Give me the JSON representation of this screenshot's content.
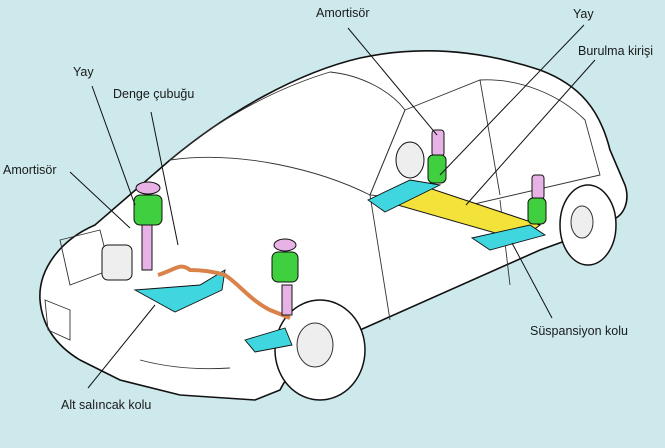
{
  "diagram": {
    "title": "Car suspension components",
    "labels": {
      "amortisor_front": "Amortisör",
      "yay_front": "Yay",
      "denge_cubugu": "Denge çubuğu",
      "alt_salincak_kolu": "Alt salıncak kolu",
      "amortisor_rear": "Amortisör",
      "yay_rear": "Yay",
      "burulma_kirisi": "Burulma kirişi",
      "suspansiyon_kolu": "Süspansiyon kolu"
    },
    "colors": {
      "background": "#cde9ec",
      "body": "#ffffff",
      "outline": "#111111",
      "spring": "#3fcf3f",
      "strut": "#e7b3e6",
      "arm": "#3fd6df",
      "stabilizer": "#d9824a",
      "torsion_beam": "#f2e23a"
    }
  }
}
